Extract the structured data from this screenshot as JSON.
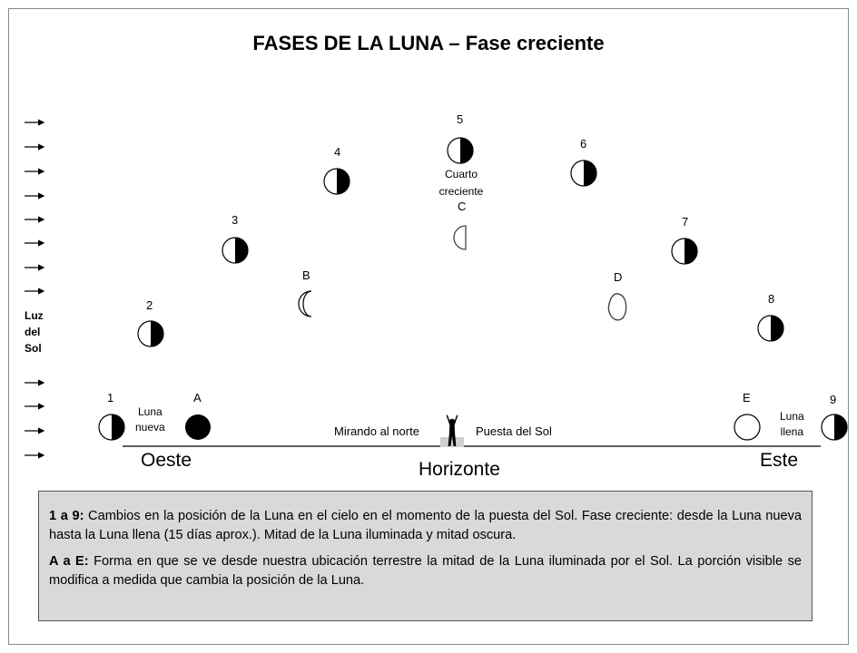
{
  "title": "FASES DE LA LUNA – Fase creciente",
  "sun_label": [
    "Luz",
    "del",
    "Sol"
  ],
  "positions_sunset": [
    {
      "label": "1",
      "phase": "first-quarter"
    },
    {
      "label": "2",
      "phase": "first-quarter"
    },
    {
      "label": "3",
      "phase": "first-quarter"
    },
    {
      "label": "4",
      "phase": "first-quarter"
    },
    {
      "label": "5",
      "phase": "first-quarter"
    },
    {
      "label": "6",
      "phase": "first-quarter"
    },
    {
      "label": "7",
      "phase": "first-quarter"
    },
    {
      "label": "8",
      "phase": "first-quarter"
    },
    {
      "label": "9",
      "phase": "first-quarter"
    }
  ],
  "views_from_earth": [
    {
      "label": "A",
      "phase": "new moon"
    },
    {
      "label": "B",
      "phase": "crescent"
    },
    {
      "label": "C",
      "phase": "first quarter"
    },
    {
      "label": "D",
      "phase": "gibbous"
    },
    {
      "label": "E",
      "phase": "full moon"
    }
  ],
  "labels": {
    "new_moon": [
      "Luna",
      "nueva"
    ],
    "full_moon": [
      "Luna",
      "llena"
    ],
    "first_quarter": [
      "Cuarto",
      "creciente"
    ],
    "looking_north": "Mirando al norte",
    "sunset": "Puesta del Sol",
    "west": "Oeste",
    "horizon": "Horizonte",
    "east": "Este"
  },
  "notes": [
    {
      "bold": "1 a 9:",
      "text": " Cambios en la posición de la Luna en el cielo en el momento de la puesta del Sol. Fase creciente: desde la Luna nueva hasta la Luna llena (15 días aprox.). Mitad de la Luna iluminada y mitad oscura."
    },
    {
      "bold": "A a E:",
      "text": " Forma en que se ve desde nuestra ubicación terrestre la mitad de la Luna iluminada por el Sol. La porción visible se modifica a medida que cambia la posición de la Luna."
    }
  ],
  "icons": {
    "arrow": "right-arrow-icon",
    "moon": "moon-icon",
    "observer": "person-icon"
  }
}
